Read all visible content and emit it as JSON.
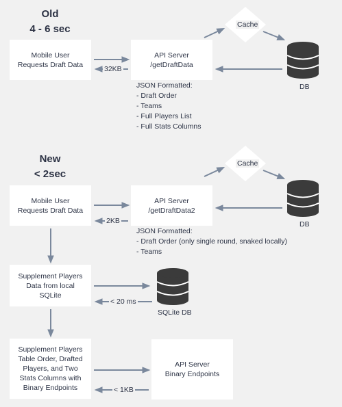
{
  "old": {
    "heading_line1": "Old",
    "heading_line2": "4 - 6 sec",
    "client": [
      "Mobile User",
      "Requests Draft Data"
    ],
    "server": [
      "API Server",
      "/getDraftData"
    ],
    "cache": "Cache",
    "db": "DB",
    "size": "32KB",
    "json": [
      "JSON Formatted:",
      "- Draft Order",
      "- Teams",
      "- Full Players List",
      "- Full Stats Columns"
    ]
  },
  "new": {
    "heading_line1": "New",
    "heading_line2": "< 2sec",
    "client": [
      "Mobile User",
      "Requests Draft Data"
    ],
    "server": [
      "API Server",
      "/getDraftData2"
    ],
    "cache": "Cache",
    "db": "DB",
    "size": "2KB",
    "json": [
      "JSON Formatted:",
      "- Draft Order (only single round, snaked locally)",
      "- Teams"
    ],
    "supplement": [
      "Supplement Players",
      "Data from local",
      "SQLite"
    ],
    "sqlite_label": "SQLite DB",
    "sqlite_time": "< 20 ms",
    "table": [
      "Supplement Players",
      "Table Order, Drafted",
      "Players, and Two",
      "Stats Columns with",
      "Binary Endpoints"
    ],
    "binary_server": [
      "API Server",
      "Binary Endpoints"
    ],
    "binary_size": "< 1KB"
  },
  "colors": {
    "arrow": "#7a889c",
    "db": "#3b3b3b",
    "db_band": "#ffffff",
    "box": "#ffffff",
    "background": "#f1f1f1"
  }
}
